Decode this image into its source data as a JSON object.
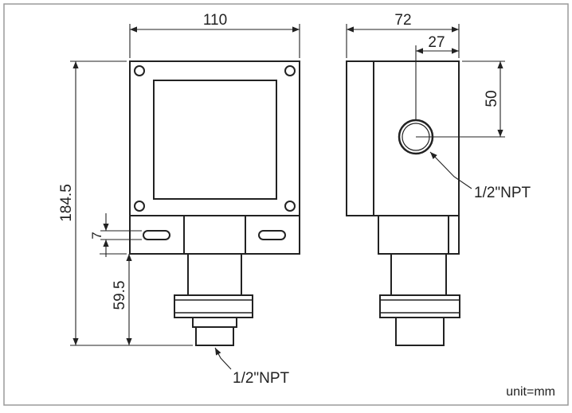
{
  "dimensions": {
    "front_width": "110",
    "total_height": "184.5",
    "slot_height": "7",
    "lower_height": "59.5",
    "side_depth": "72",
    "port_offset_x": "27",
    "port_offset_y": "50"
  },
  "labels": {
    "bottom_port": "1/2\"NPT",
    "side_port": "1/2\"NPT",
    "unit": "unit=mm"
  },
  "colors": {
    "line": "#222222",
    "border": "#9a9a9a",
    "background": "#ffffff"
  }
}
